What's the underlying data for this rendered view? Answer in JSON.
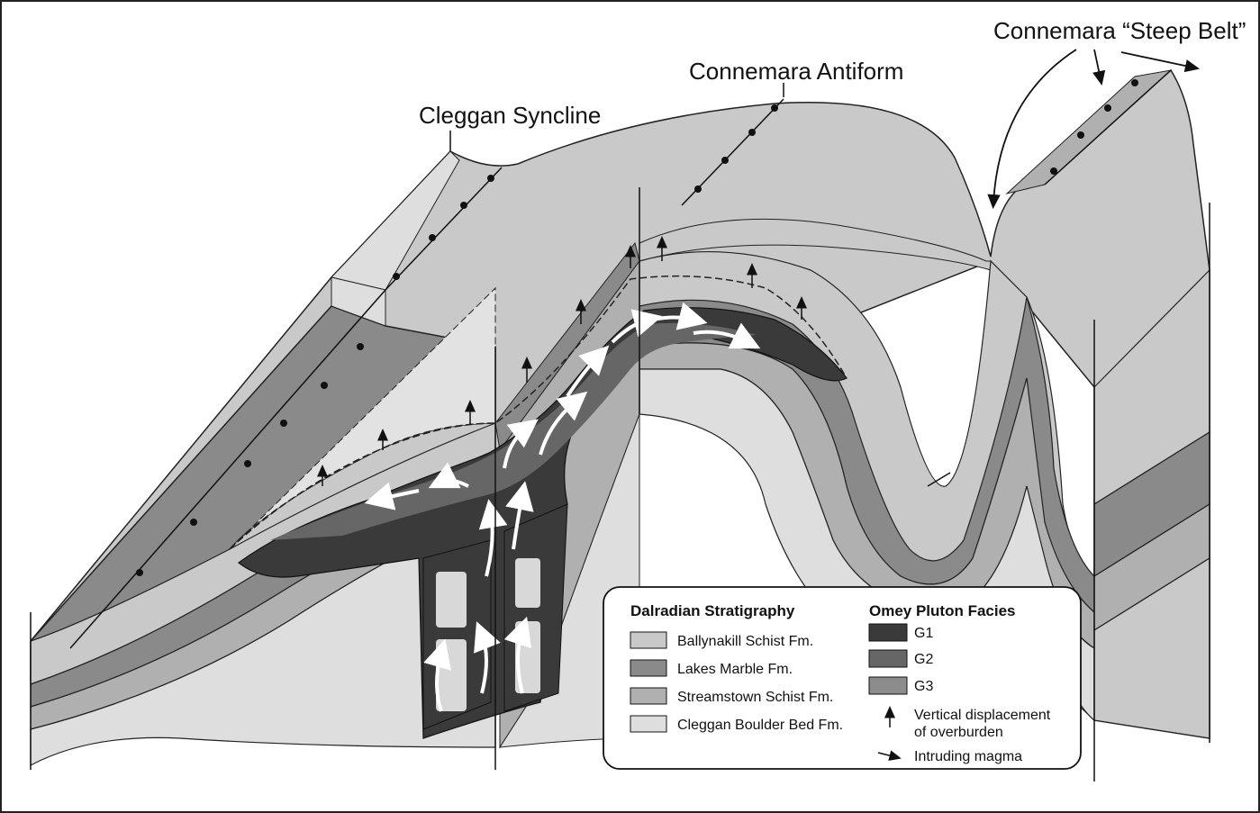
{
  "labels": {
    "cleggan_syncline": "Cleggan Syncline",
    "connemara_antiform": "Connemara Antiform",
    "steep_belt": "Connemara “Steep Belt”"
  },
  "legend": {
    "dalradian_title": "Dalradian Stratigraphy",
    "dalradian_items": [
      {
        "label": "Ballynakill Schist Fm.",
        "color": "#c9c9c9"
      },
      {
        "label": "Lakes Marble Fm.",
        "color": "#8a8a8a"
      },
      {
        "label": "Streamstown Schist Fm.",
        "color": "#b0b0b0"
      },
      {
        "label": "Cleggan Boulder Bed Fm.",
        "color": "#dedede"
      }
    ],
    "omey_title": "Omey Pluton Facies",
    "omey_items": [
      {
        "label": "G1",
        "color": "#3a3a3a"
      },
      {
        "label": "G2",
        "color": "#666666"
      },
      {
        "label": "G3",
        "color": "#8c8c8c"
      }
    ],
    "symbols": [
      {
        "label_line1": "Vertical displacement",
        "label_line2": "of overburden",
        "icon": "up-arrow-icon"
      },
      {
        "label_line1": "Intruding magma",
        "label_line2": "",
        "icon": "magma-arrow-icon"
      }
    ]
  }
}
